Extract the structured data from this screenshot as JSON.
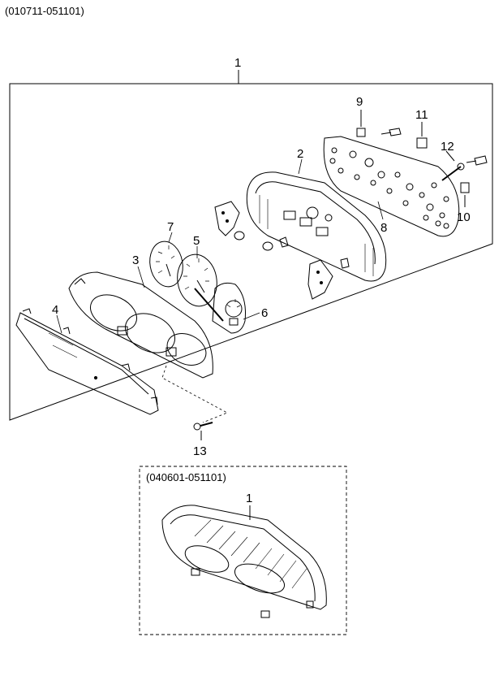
{
  "header": {
    "date_range": "(010711-051101)"
  },
  "inset": {
    "date_range": "(040601-051101)"
  },
  "callouts": {
    "c1": "1",
    "c2": "2",
    "c3": "3",
    "c4": "4",
    "c5": "5",
    "c6": "6",
    "c7": "7",
    "c8": "8",
    "c9": "9",
    "c10": "10",
    "c11": "11",
    "c12": "12",
    "c13": "13",
    "c1_inset": "1"
  }
}
